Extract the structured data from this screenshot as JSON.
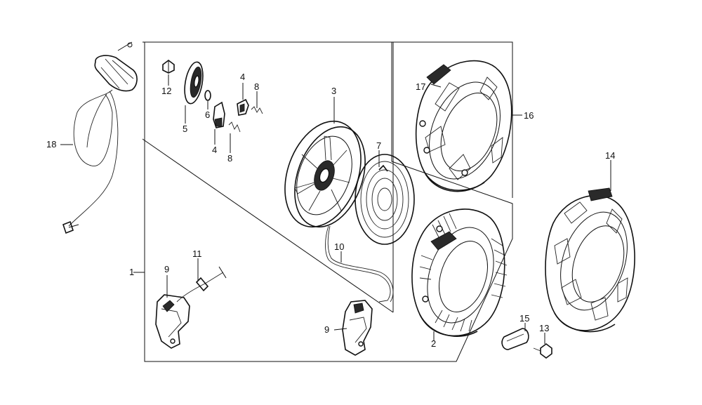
{
  "callouts": {
    "c1": "1",
    "c2": "2",
    "c3": "3",
    "c4a": "4",
    "c4b": "4",
    "c5": "5",
    "c6": "6",
    "c7": "7",
    "c8a": "8",
    "c8b": "8",
    "c9a": "9",
    "c9b": "9",
    "c10": "10",
    "c11": "11",
    "c12": "12",
    "c13": "13",
    "c14": "14",
    "c15": "15",
    "c16": "16",
    "c17": "17",
    "c18": "18"
  },
  "colors": {
    "ink": "#111111",
    "background": "#ffffff"
  }
}
